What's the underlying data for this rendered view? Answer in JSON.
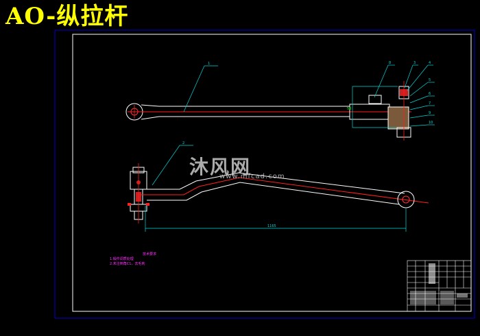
{
  "title": "AO-纵拉杆",
  "watermark": {
    "brand": "沐风网",
    "url": "www.mfcad.com"
  },
  "dimension": {
    "overall_length": "1165",
    "center_mark": "50"
  },
  "balloons": [
    "1",
    "2",
    "3",
    "4",
    "5",
    "6",
    "7",
    "8",
    "9",
    "10"
  ],
  "technical_requirements": {
    "heading": "技术要求",
    "items": [
      "1.锻件调质处理",
      "2.未注倒角C1，去毛刺"
    ]
  },
  "colors": {
    "background": "#000000",
    "title": "#ffff00",
    "outer_border": "#0000cc",
    "inner_border": "#ffffff",
    "outline": "#ffffff",
    "centerline": "#ff2020",
    "leader": "#00d8d8",
    "notes": "#ff33ff"
  }
}
